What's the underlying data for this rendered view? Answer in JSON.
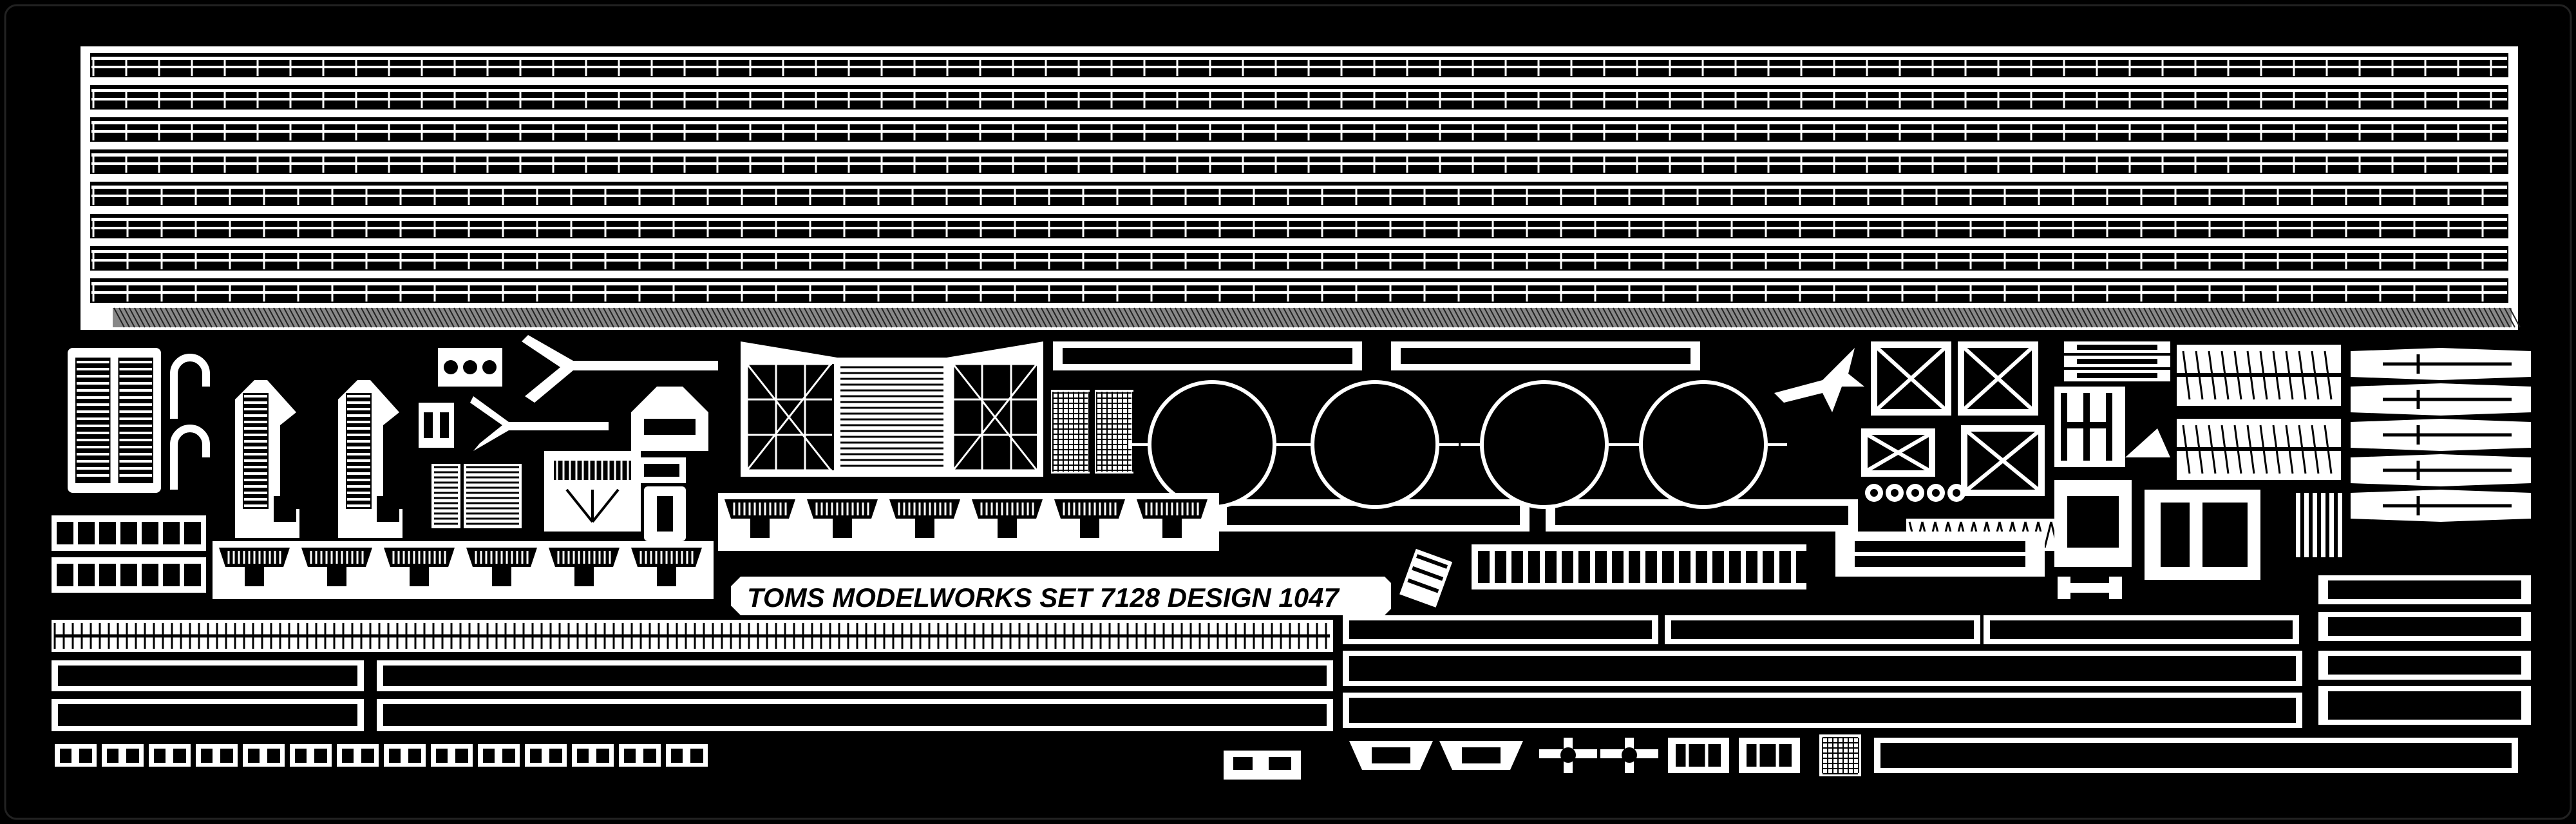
{
  "sheet": {
    "title": "Photo-etched fret",
    "label": "TOMS MODELWORKS  SET 7128  DESIGN 1047"
  },
  "colors": {
    "background": "#000000",
    "metal": "#ffffff"
  },
  "parts": {
    "long_railing_strips": 8,
    "ladder_racks": 3,
    "circular_parts": 4,
    "railing_brackets_row1": 6,
    "railing_brackets_row2": 6,
    "bottom_clips": 14,
    "small_cells_per_row": 7
  }
}
